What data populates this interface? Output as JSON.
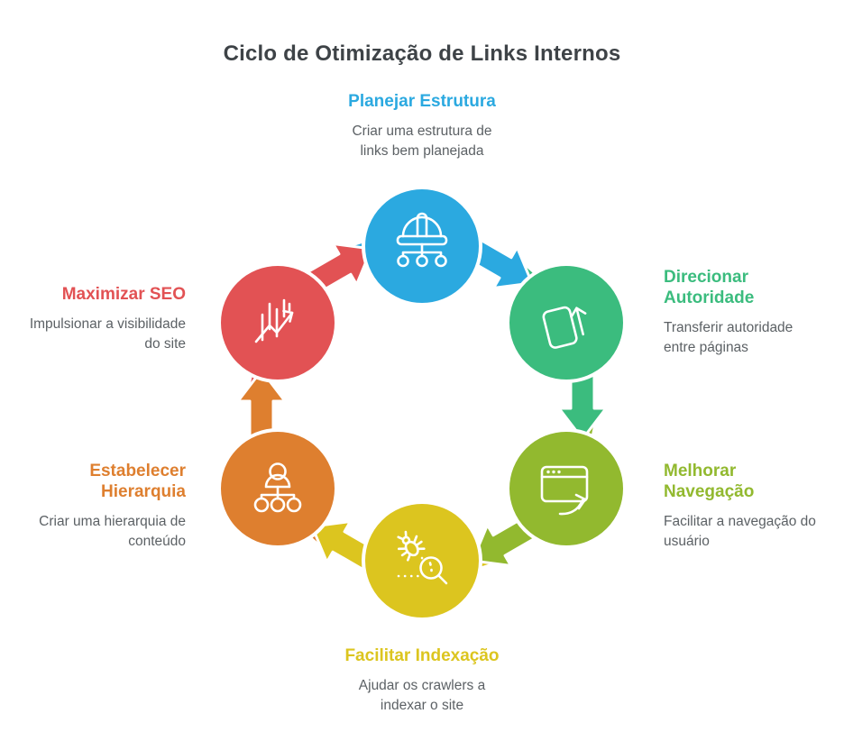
{
  "title": "Ciclo de Otimização de Links Internos",
  "title_color": "#3E4347",
  "description_color": "#5C6165",
  "background_color": "#FFFFFF",
  "steps": [
    {
      "label": "Planejar Estrutura",
      "description": "Criar uma estrutura de\nlinks bem planejada",
      "color": "#2BA9E0",
      "icon": "hard-hat-structure-icon",
      "position": "top"
    },
    {
      "label": "Direcionar\nAutoridade",
      "description": "Transferir autoridade\nentre páginas",
      "color": "#3BBC7E",
      "icon": "page-arrow-up-icon",
      "position": "right-top"
    },
    {
      "label": "Melhorar\nNavegação",
      "description": "Facilitar a navegação do\nusuário",
      "color": "#92B92F",
      "icon": "browser-forward-arrow-icon",
      "position": "right-bottom"
    },
    {
      "label": "Facilitar Indexação",
      "description": "Ajudar os crawlers a\nindexar o site",
      "color": "#DCC51F",
      "icon": "bug-magnifier-icon",
      "position": "bottom"
    },
    {
      "label": "Estabelecer\nHierarquia",
      "description": "Criar uma hierarquia de\nconteúdo",
      "color": "#DE7F2F",
      "icon": "person-hierarchy-icon",
      "position": "left-bottom"
    },
    {
      "label": "Maximizar SEO",
      "description": "Impulsionar a visibilidade\ndo site",
      "color": "#E25254",
      "icon": "growth-chart-arrow-icon",
      "position": "left-top"
    }
  ]
}
